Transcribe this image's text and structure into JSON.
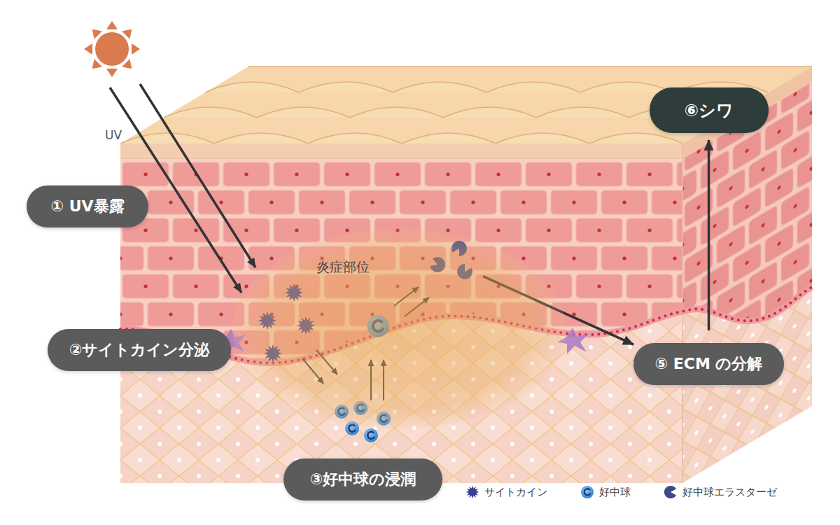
{
  "diagram": {
    "nodes": [
      {
        "text": [
          "① UV暴露"
        ]
      },
      {
        "text": [
          "②サイトカイン分泌"
        ]
      },
      {
        "text": [
          "炎症部位"
        ]
      },
      {
        "text": [
          "③好中球の浸潤"
        ]
      },
      {
        "text": [
          "⑤ ECM の分解"
        ]
      },
      {
        "text": [
          "⑥シワ"
        ]
      }
    ],
    "edges": [
      {
        "from": 2,
        "to": 4,
        "arrow": "to"
      },
      {
        "from": 4,
        "to": 5,
        "arrow": "to"
      }
    ],
    "labels": [
      "UV"
    ],
    "legend": [
      {
        "text": "サイトカイン"
      },
      {
        "text": "好中球"
      },
      {
        "text": "好中球エラスターゼ"
      }
    ]
  }
}
